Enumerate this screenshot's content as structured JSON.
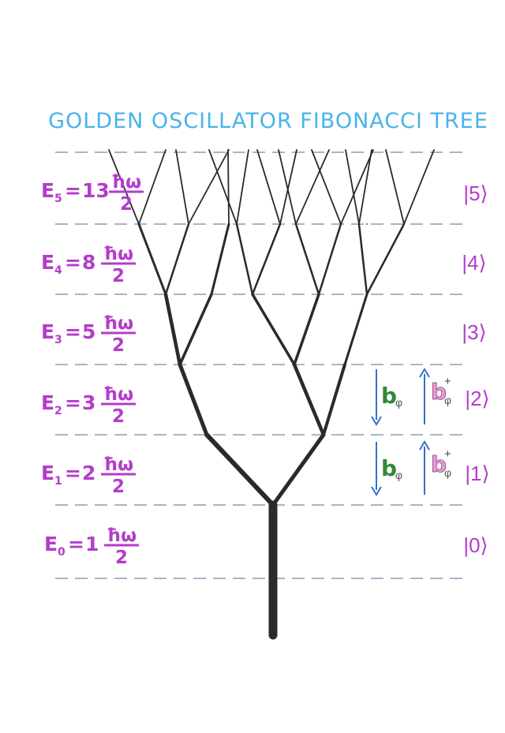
{
  "title": "GOLDEN OSCILLATOR FIBONACCI TREE",
  "colors": {
    "title": "#4ab3e8",
    "label": "#b43ccb",
    "branch": "#2a2a2a",
    "dash": "#a9b4c9",
    "arrow": "#3a6fc4",
    "b_green": "#2f8a3a",
    "b_pink": "#e59ad6"
  },
  "levels": [
    {
      "sym": "E",
      "sub": "5",
      "coef": "13",
      "num": "ħω",
      "den": "2",
      "ket": "|5⟩"
    },
    {
      "sym": "E",
      "sub": "4",
      "coef": "8",
      "num": "ħω",
      "den": "2",
      "ket": "|4⟩"
    },
    {
      "sym": "E",
      "sub": "3",
      "coef": "5",
      "num": "ħω",
      "den": "2",
      "ket": "|3⟩"
    },
    {
      "sym": "E",
      "sub": "2",
      "coef": "3",
      "num": "ħω",
      "den": "2",
      "ket": "|2⟩"
    },
    {
      "sym": "E",
      "sub": "1",
      "coef": "2",
      "num": "ħω",
      "den": "2",
      "ket": "|1⟩"
    },
    {
      "sym": "E",
      "sub": "0",
      "coef": "1",
      "num": "ħω",
      "den": "2",
      "ket": "|0⟩"
    }
  ],
  "operators": {
    "annihilation": {
      "base": "b",
      "sub": "φ"
    },
    "creation": {
      "base": "b",
      "sup": "+",
      "sub": "φ"
    }
  }
}
